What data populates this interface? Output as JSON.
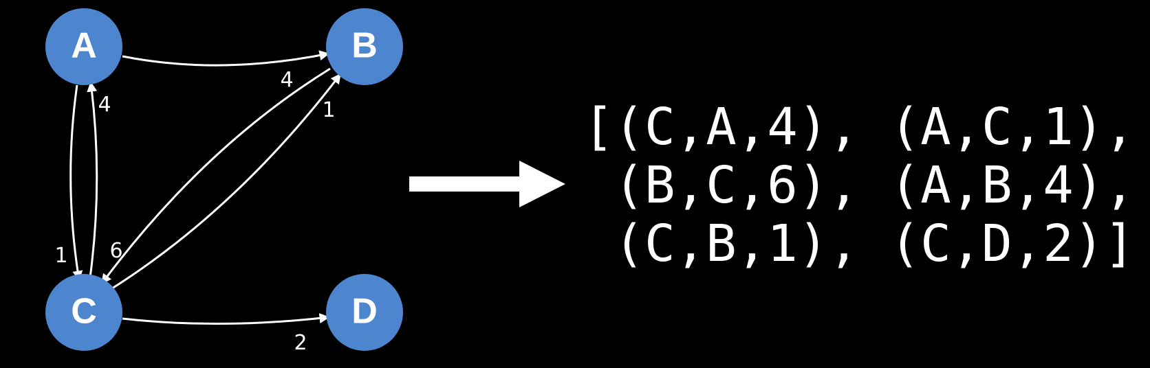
{
  "colors": {
    "background": "#000000",
    "node_fill": "#4d86cf",
    "foreground": "#ffffff"
  },
  "nodes": [
    {
      "id": "A",
      "label": "A"
    },
    {
      "id": "B",
      "label": "B"
    },
    {
      "id": "C",
      "label": "C"
    },
    {
      "id": "D",
      "label": "D"
    }
  ],
  "edges": [
    {
      "from": "C",
      "to": "A",
      "weight": "4"
    },
    {
      "from": "A",
      "to": "C",
      "weight": "1"
    },
    {
      "from": "B",
      "to": "C",
      "weight": "6"
    },
    {
      "from": "A",
      "to": "B",
      "weight": "4"
    },
    {
      "from": "C",
      "to": "B",
      "weight": "1"
    },
    {
      "from": "C",
      "to": "D",
      "weight": "2"
    }
  ],
  "edge_list": {
    "lines": [
      "[(C,A,4), (A,C,1),",
      " (B,C,6), (A,B,4),",
      " (C,B,1), (C,D,2)]"
    ]
  }
}
